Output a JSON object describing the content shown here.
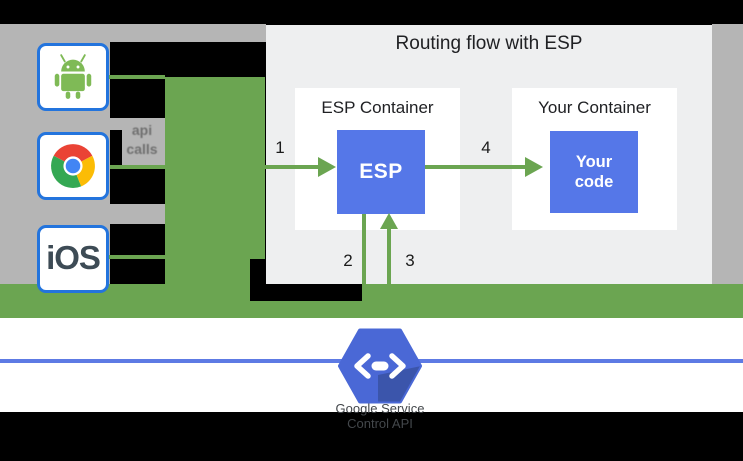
{
  "diagram": {
    "title": "Routing flow with ESP",
    "clients": {
      "ios_label": "iOS",
      "connector_note_line1": "api",
      "connector_note_line2": "calls"
    },
    "containers": {
      "esp_container_label": "ESP Container",
      "your_container_label": "Your Container",
      "esp_box_label": "ESP",
      "your_code_line1": "Your",
      "your_code_line2": "code"
    },
    "steps": {
      "one": "1",
      "two": "2",
      "three": "3",
      "four": "4"
    },
    "footer": {
      "caption_line1": "Google Service",
      "caption_line2": "Control API"
    },
    "icons": {
      "android": "android-robot-icon",
      "chrome": "chrome-logo-icon",
      "endpoints": "cloud-endpoints-hexagon-icon"
    },
    "colors": {
      "green": "#6ba551",
      "gray_backdrop": "#b5b5b5",
      "panel_bg": "#eeeff0",
      "primary_blue": "#5577e8",
      "hexagon_blue": "#4a68d6",
      "hexagon_shadow": "#3b55ab",
      "service_line_blue": "#5d7ae4",
      "client_box_border": "#2374dd",
      "background_black": "#000000"
    }
  }
}
